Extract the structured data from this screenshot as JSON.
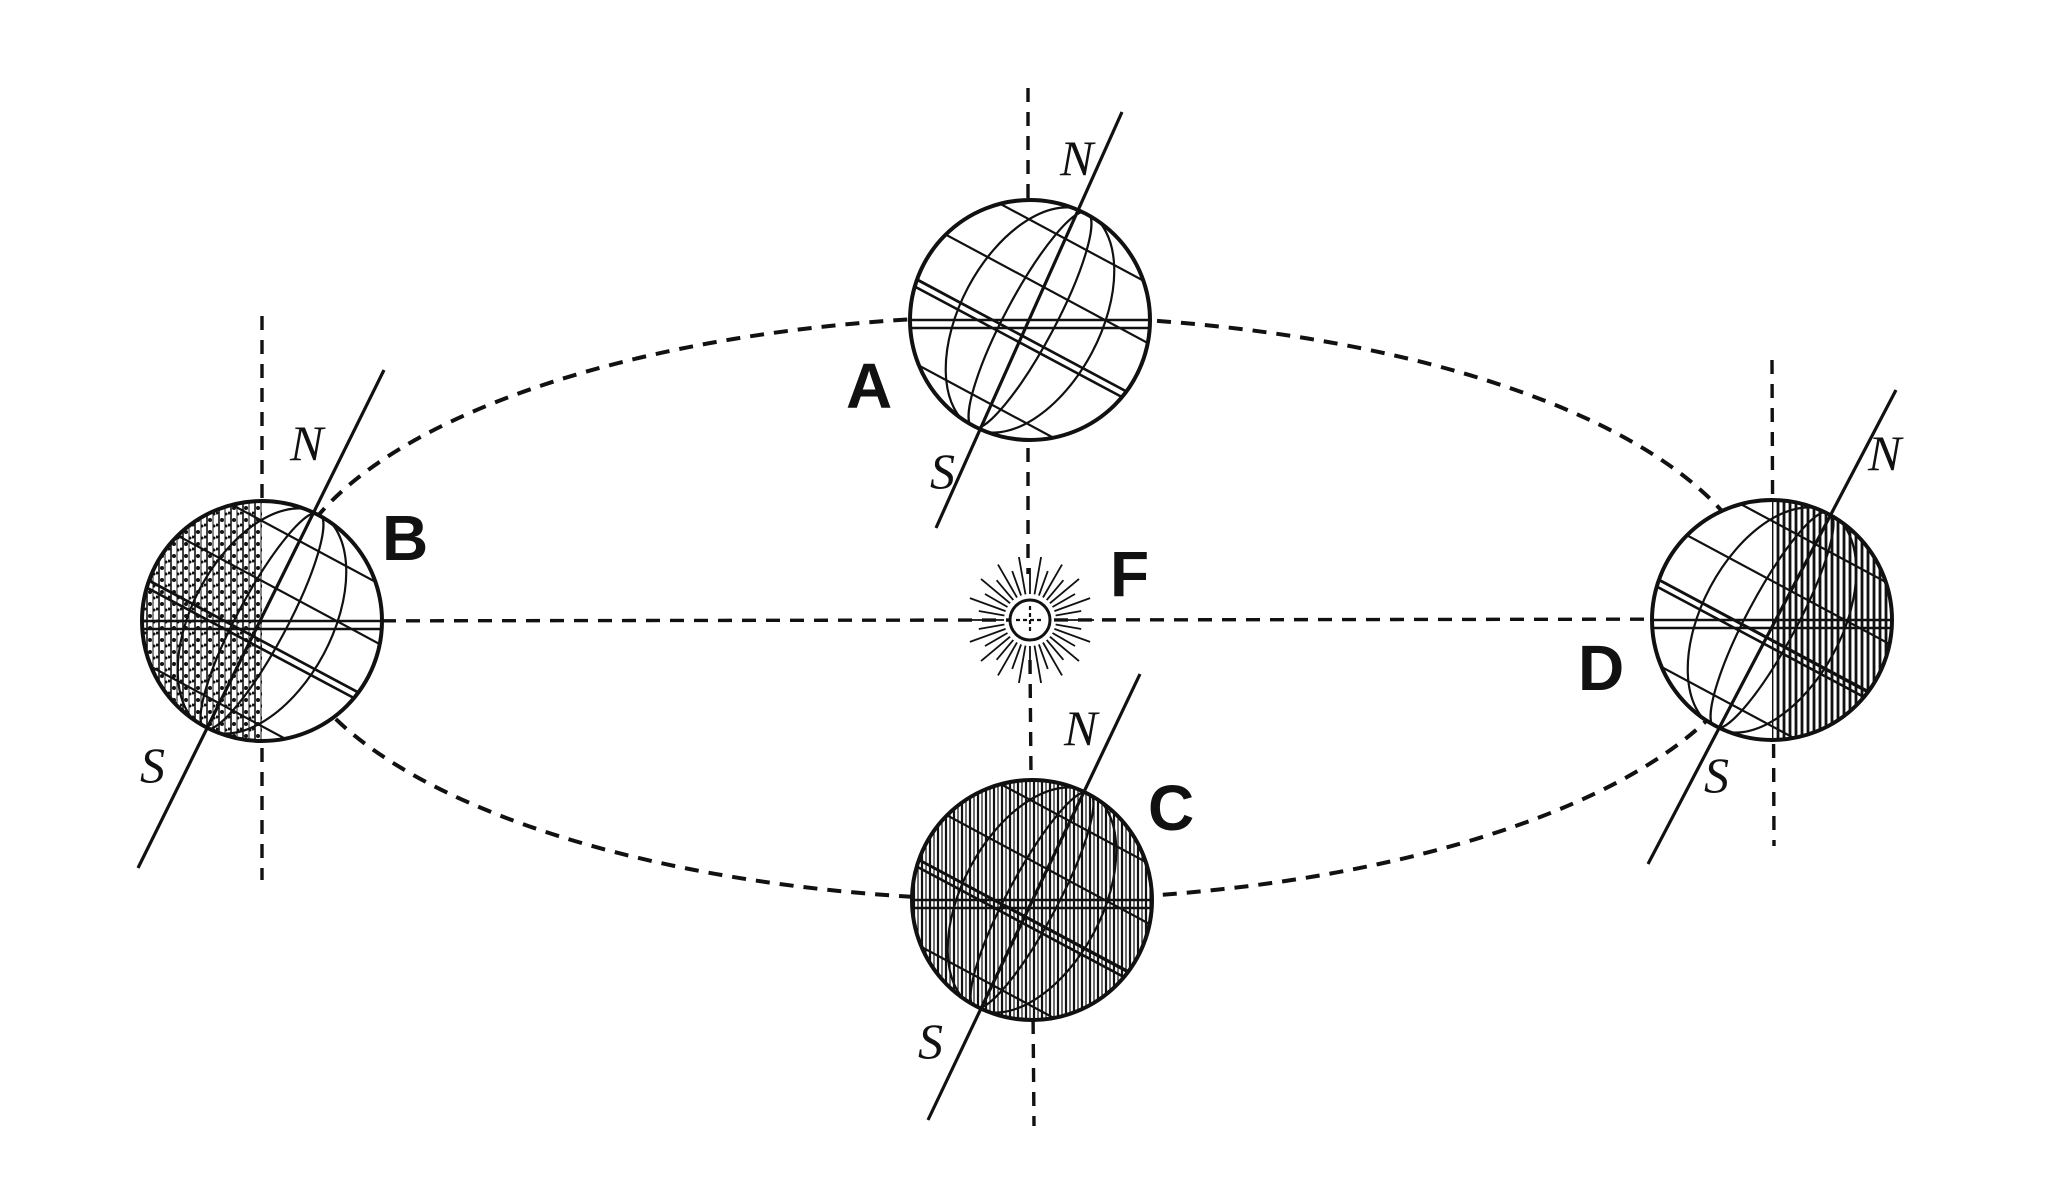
{
  "labels": {
    "a": "A",
    "b": "B",
    "c": "C",
    "d": "D",
    "f": "F"
  },
  "poles": {
    "north": "N",
    "south": "S"
  },
  "colors": {
    "ink": "#111111",
    "paper": "#ffffff"
  }
}
